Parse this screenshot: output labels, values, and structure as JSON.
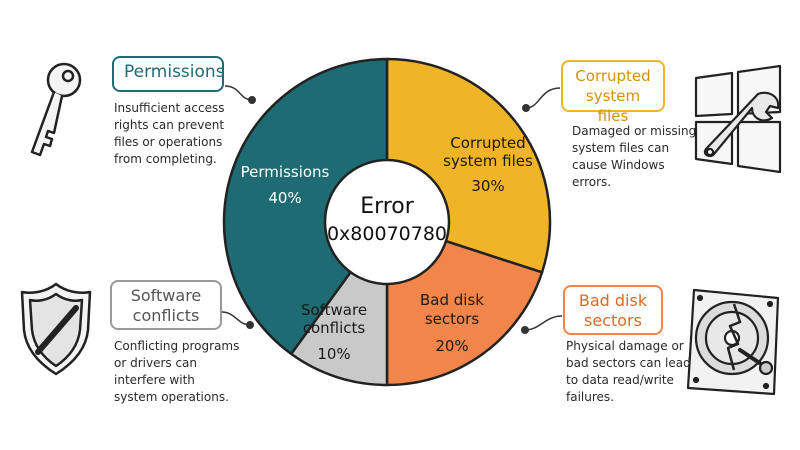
{
  "center": {
    "line1": "Error",
    "line2": "0x80070780"
  },
  "chart_data": {
    "type": "pie",
    "slices": [
      {
        "label": "Permissions",
        "value": 40,
        "color": "#1f6b73",
        "text_color": "#ffffff"
      },
      {
        "label": "Corrupted system files",
        "value": 30,
        "color": "#f0b429",
        "text_color": "#1a1a1a"
      },
      {
        "label": "Bad disk sectors",
        "value": 20,
        "color": "#f2864a",
        "text_color": "#1a1a1a"
      },
      {
        "label": "Software conflicts",
        "value": 10,
        "color": "#c9c9c9",
        "text_color": "#1a1a1a"
      }
    ],
    "percent_labels": [
      "40%",
      "30%",
      "20%",
      "10%"
    ]
  },
  "slice_text": {
    "permissions": [
      "Permissions",
      "40%"
    ],
    "corrupted": [
      "Corrupted",
      "system files",
      "30%"
    ],
    "bad_disk": [
      "Bad disk",
      "sectors",
      "20%"
    ],
    "software": [
      "Software",
      "conflicts",
      "10%"
    ]
  },
  "callouts": {
    "permissions": {
      "title": "Permissions",
      "description": "Insufficient access\nrights can prevent\nfiles or operations\nfrom completing.",
      "color": "#1f6b73",
      "icon": "key-icon"
    },
    "corrupted": {
      "title": "Corrupted\nsystem files",
      "description": "Damaged or missing\nsystem files can\ncause Windows\nerrors.",
      "color": "#f0b429",
      "icon": "windows-wrench-icon"
    },
    "software": {
      "title": "Software\nconflicts",
      "description": "Conflicting programs\nor drivers can\ninterfere with\nsystem operations.",
      "color": "#9a9a9a",
      "icon": "shield-icon"
    },
    "bad_disk": {
      "title": "Bad disk\nsectors",
      "description": "Physical damage or\nbad sectors can lead\nto data read/write\nfailures.",
      "color": "#f2864a",
      "icon": "hard-drive-icon"
    }
  }
}
